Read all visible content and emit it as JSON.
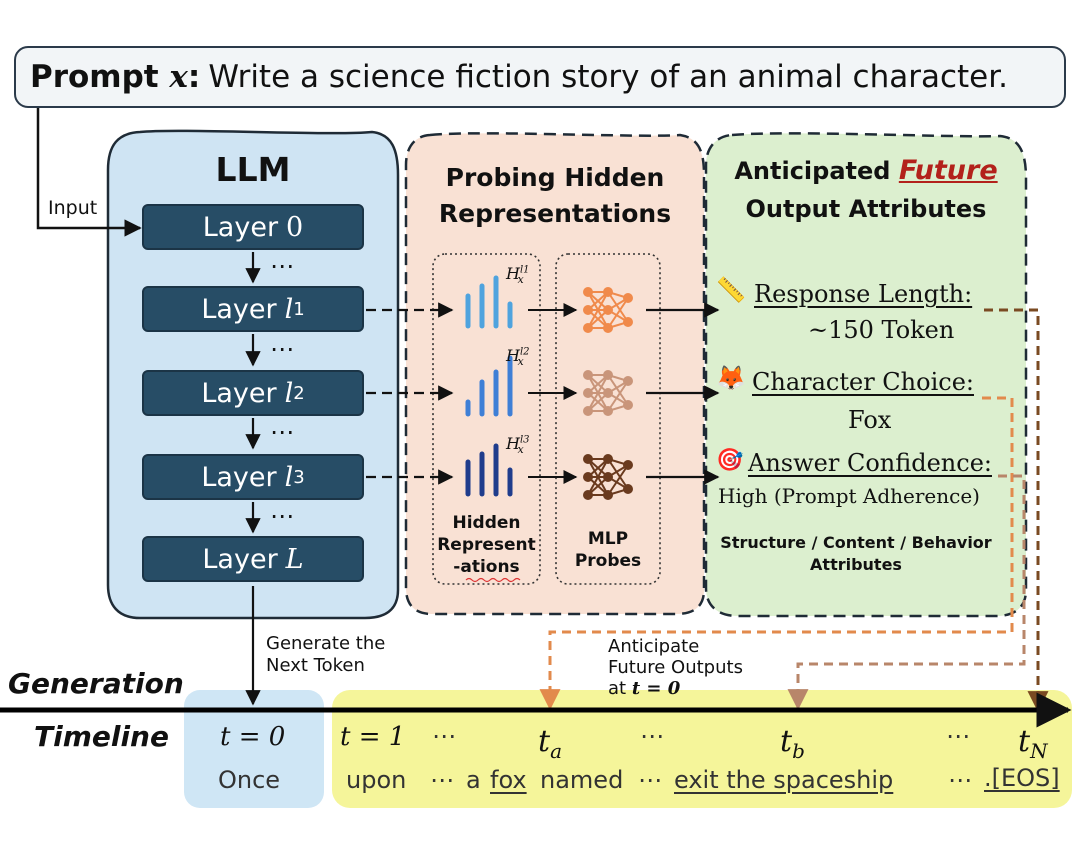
{
  "prompt": {
    "label": "Prompt",
    "var": "x",
    "colon": ":",
    "text": "Write a science fiction story of an animal character."
  },
  "input_label": "Input",
  "llm": {
    "title": "LLM",
    "layers": [
      {
        "text": "Layer",
        "math": "0",
        "sub": ""
      },
      {
        "text": "Layer",
        "math": "l",
        "sub": "1"
      },
      {
        "text": "Layer",
        "math": "l",
        "sub": "2"
      },
      {
        "text": "Layer",
        "math": "l",
        "sub": "3"
      },
      {
        "text": "Layer",
        "math": "L",
        "sub": ""
      }
    ],
    "ellipsis": "⋯"
  },
  "probing": {
    "title_line1": "Probing Hidden",
    "title_line2": "Representations",
    "hidden_labels": [
      "H",
      "H",
      "H"
    ],
    "hidden_sub": "x",
    "hidden_sups": [
      "l1",
      "l2",
      "l3"
    ],
    "hidden_caption_1": "Hidden",
    "hidden_caption_2": "Represent",
    "hidden_caption_3": "-ations",
    "mlp_caption_1": "MLP",
    "mlp_caption_2": "Probes"
  },
  "future": {
    "title_part1": "Anticipated",
    "title_highlight": "Future",
    "title_line2": "Output Attributes",
    "items": [
      {
        "icon": "📏",
        "label": "Response Length:",
        "value": "~150 Token"
      },
      {
        "icon": "🦊",
        "label": "Character Choice:",
        "value": "Fox"
      },
      {
        "icon": "🎯",
        "label": "Answer Confidence:",
        "value": "High (Prompt Adherence)"
      }
    ],
    "footer_1": "Structure / Content / Behavior",
    "footer_2": "Attributes"
  },
  "generate_label_1": "Generate the",
  "generate_label_2": "Next Token",
  "anticipate_1": "Anticipate",
  "anticipate_2": "Future Outputs",
  "anticipate_3_text": "at",
  "anticipate_3_math": "t = 0",
  "timeline": {
    "label_1": "Generation",
    "label_2": "Timeline",
    "t0": "t = 0",
    "t0_token": "Once",
    "t1": "t = 1",
    "ta": "t",
    "ta_sub": "a",
    "tb": "t",
    "tb_sub": "b",
    "tn": "t",
    "tn_sub": "N",
    "ellipsis": "⋯",
    "tok_upon": "upon",
    "tok_a": "a",
    "tok_fox": "fox",
    "tok_named": "named",
    "tok_exit": "exit the spaceship",
    "tok_eos": ".[EOS]"
  },
  "colors": {
    "llm_bg": "#cfe4f3",
    "probe_bg": "#f9e1d4",
    "future_bg": "#dcefcf",
    "layer_fill": "#274d66",
    "future_red": "#b3211b",
    "timeline_yellow": "#f5f59a",
    "timeline_blue": "#cfe6f5",
    "dash_brown_dark": "#7a4a22",
    "dash_orange": "#e28a4c",
    "dash_tan": "#b8866a"
  }
}
